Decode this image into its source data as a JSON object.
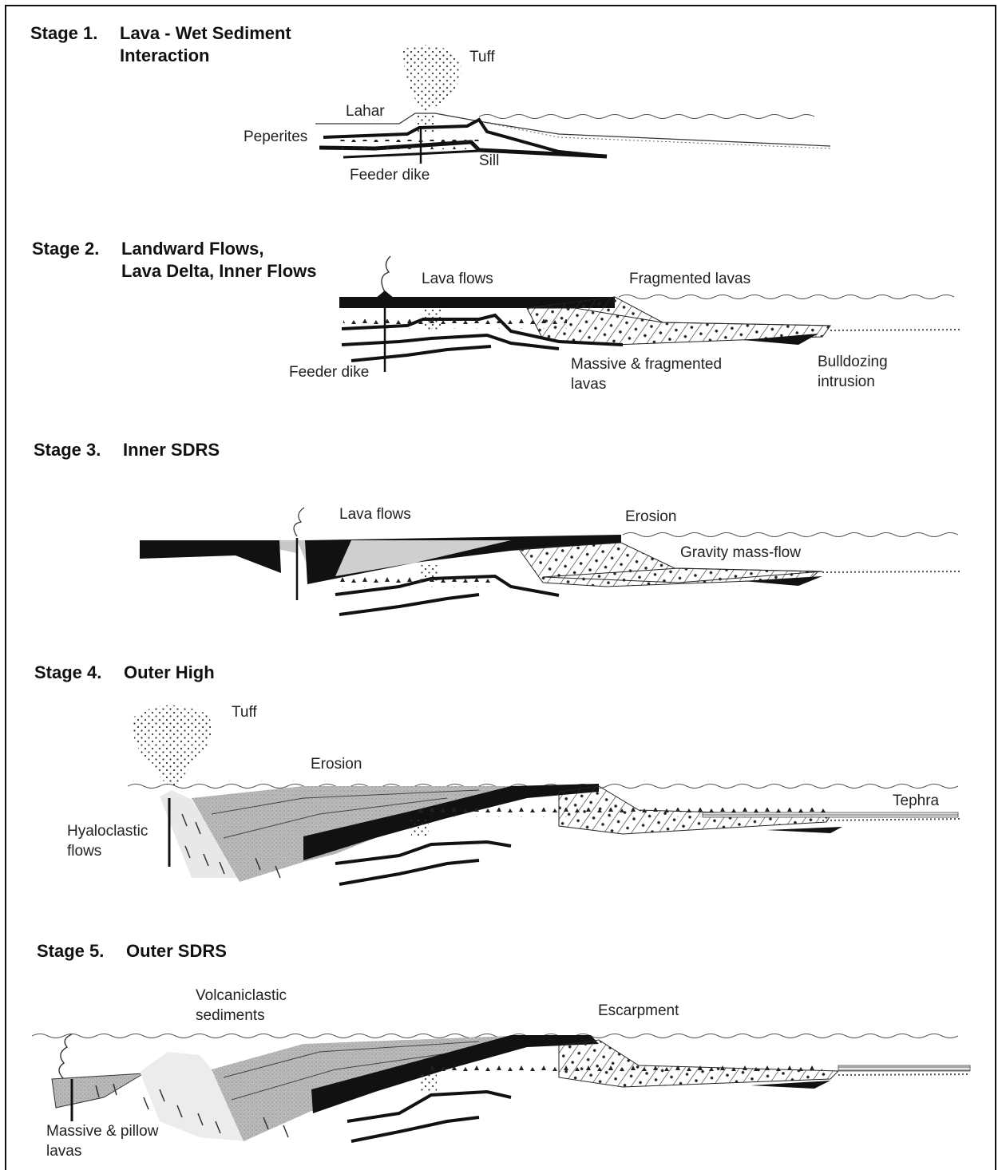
{
  "stages": [
    {
      "number": "Stage 1.",
      "title_line1": "Lava - Wet Sediment",
      "title_line2": "Interaction",
      "labels": {
        "tuff": "Tuff",
        "lahar": "Lahar",
        "peperites": "Peperites",
        "sill": "Sill",
        "feeder_dike": "Feeder dike"
      }
    },
    {
      "number": "Stage 2.",
      "title_line1": "Landward Flows,",
      "title_line2": "Lava Delta, Inner Flows",
      "labels": {
        "lava_flows": "Lava flows",
        "fragmented_lavas": "Fragmented lavas",
        "feeder_dike": "Feeder dike",
        "massive_fragmented_1": "Massive & fragmented",
        "massive_fragmented_2": "lavas",
        "bulldozing_1": "Bulldozing",
        "bulldozing_2": "intrusion"
      }
    },
    {
      "number": "Stage 3.",
      "title_line1": "Inner SDRS",
      "title_line2": "",
      "labels": {
        "lava_flows": "Lava flows",
        "erosion": "Erosion",
        "gravity_mass_flow": "Gravity mass-flow"
      }
    },
    {
      "number": "Stage 4.",
      "title_line1": "Outer High",
      "title_line2": "",
      "labels": {
        "tuff": "Tuff",
        "erosion": "Erosion",
        "tephra": "Tephra",
        "hyaloclastic_1": "Hyaloclastic",
        "hyaloclastic_2": "flows"
      }
    },
    {
      "number": "Stage 5.",
      "title_line1": "Outer SDRS",
      "title_line2": "",
      "labels": {
        "volcaniclastic_1": "Volcaniclastic",
        "volcaniclastic_2": "sediments",
        "escarpment": "Escarpment",
        "massive_pillow_1": "Massive & pillow",
        "massive_pillow_2": "lavas"
      }
    }
  ],
  "colors": {
    "basalt": "#111111",
    "grey_sediment": "#b9b9b9",
    "light_sediment": "#dcdcdc",
    "line": "#222222",
    "water": "#555555"
  }
}
